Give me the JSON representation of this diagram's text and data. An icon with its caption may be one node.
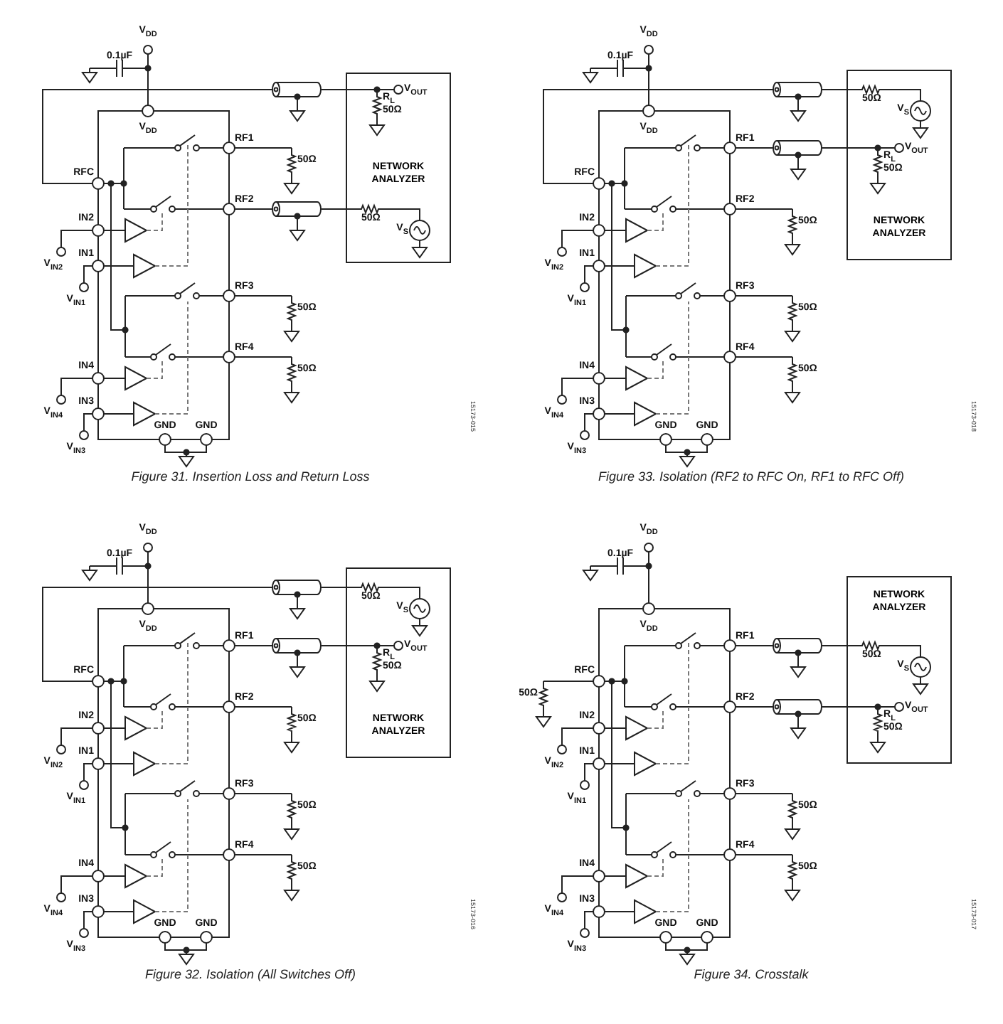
{
  "diagram": {
    "nodes": [
      {
        "text": [
          "NETWORK ANALYZER"
        ]
      },
      {
        "text": [
          "NETWORK ANALYZER"
        ]
      },
      {
        "text": [
          "NETWORK ANALYZER"
        ]
      },
      {
        "text": [
          "NETWORK ANALYZER"
        ]
      }
    ],
    "labels": [
      "V$_{DD}$",
      "0.1µF",
      "V$_{DD}$",
      "RFC",
      "RF1",
      "RF2",
      "RF3",
      "RF4",
      "IN2",
      "IN1",
      "IN4",
      "IN3",
      "V$_{IN2}$",
      "V$_{IN1}$",
      "V$_{IN4}$",
      "V$_{IN3}$",
      "GND",
      "GND",
      "V$_{OUT}$",
      "R$_{L}$",
      "50Ω",
      "50Ω",
      "50Ω",
      "V$_{S}$",
      "50Ω",
      "50Ω",
      "Figure 31. Insertion Loss and Return Loss",
      "15173-015",
      "V$_{DD}$",
      "0.1µF",
      "V$_{DD}$",
      "RFC",
      "RF1",
      "RF2",
      "RF3",
      "RF4",
      "IN2",
      "IN1",
      "IN4",
      "IN3",
      "V$_{IN2}$",
      "V$_{IN1}$",
      "V$_{IN4}$",
      "V$_{IN3}$",
      "GND",
      "GND",
      "50Ω",
      "V$_{S}$",
      "V$_{OUT}$",
      "R$_{L}$",
      "50Ω",
      "50Ω",
      "50Ω",
      "50Ω",
      "Figure 33. Isolation (RF2 to RFC On, RF1 to RFC Off)",
      "15173-018",
      "V$_{DD}$",
      "0.1µF",
      "V$_{DD}$",
      "RFC",
      "RF1",
      "RF2",
      "RF3",
      "RF4",
      "IN2",
      "IN1",
      "IN4",
      "IN3",
      "V$_{IN2}$",
      "V$_{IN1}$",
      "V$_{IN4}$",
      "V$_{IN3}$",
      "GND",
      "GND",
      "50Ω",
      "V$_{S}$",
      "V$_{OUT}$",
      "R$_{L}$",
      "50Ω",
      "50Ω",
      "50Ω",
      "50Ω",
      "Figure 32. Isolation (All Switches Off)",
      "15173-016",
      "V$_{DD}$",
      "0.1µF",
      "V$_{DD}$",
      "RFC",
      "RF1",
      "RF2",
      "RF3",
      "RF4",
      "IN2",
      "IN1",
      "IN4",
      "IN3",
      "V$_{IN2}$",
      "V$_{IN1}$",
      "V$_{IN4}$",
      "V$_{IN3}$",
      "GND",
      "GND",
      "50Ω",
      "50Ω",
      "V$_{S}$",
      "V$_{OUT}$",
      "R$_{L}$",
      "50Ω",
      "50Ω",
      "50Ω",
      "Figure 34. Crosstalk",
      "15173-017"
    ]
  }
}
